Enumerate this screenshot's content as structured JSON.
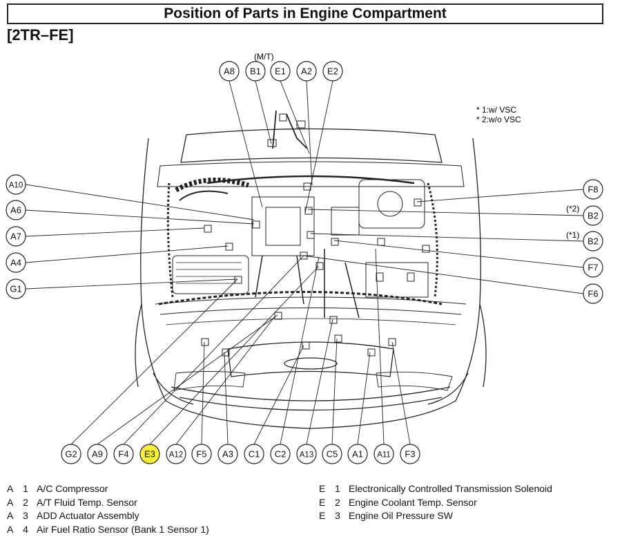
{
  "page": {
    "title": "Position of Parts in Engine Compartment",
    "subtitle": "[2TR–FE]"
  },
  "notes": {
    "mt": "(M/T)",
    "vsc1": "* 1:w/ VSC",
    "vsc2": "* 2:w/o VSC",
    "star2": "(*2)",
    "star1": "(*1)"
  },
  "colors": {
    "line": "#222222",
    "highlight": "#f5f032"
  },
  "callouts": {
    "top": [
      "A8",
      "B1",
      "E1",
      "A2",
      "E2"
    ],
    "left": [
      "A10",
      "A6",
      "A7",
      "A4",
      "G1"
    ],
    "right": [
      "F8",
      "B2",
      "B2",
      "F7",
      "F6"
    ],
    "bottom": [
      "G2",
      "A9",
      "F4",
      "E3",
      "A12",
      "F5",
      "A3",
      "C1",
      "C2",
      "A13",
      "C5",
      "A1",
      "A11",
      "F3"
    ],
    "highlighted": "E3"
  },
  "legend_left": [
    {
      "letter": "A",
      "num": "1",
      "name": "A/C Compressor"
    },
    {
      "letter": "A",
      "num": "2",
      "name": "A/T Fluid Temp. Sensor"
    },
    {
      "letter": "A",
      "num": "3",
      "name": "ADD Actuator Assembly"
    },
    {
      "letter": "A",
      "num": "4",
      "name": "Air Fuel Ratio Sensor (Bank 1 Sensor 1)"
    }
  ],
  "legend_right": [
    {
      "letter": "E",
      "num": "1",
      "name": "Electronically Controlled Transmission Solenoid"
    },
    {
      "letter": "E",
      "num": "2",
      "name": "Engine Coolant Temp. Sensor"
    },
    {
      "letter": "E",
      "num": "3",
      "name": "Engine Oil Pressure SW"
    }
  ]
}
